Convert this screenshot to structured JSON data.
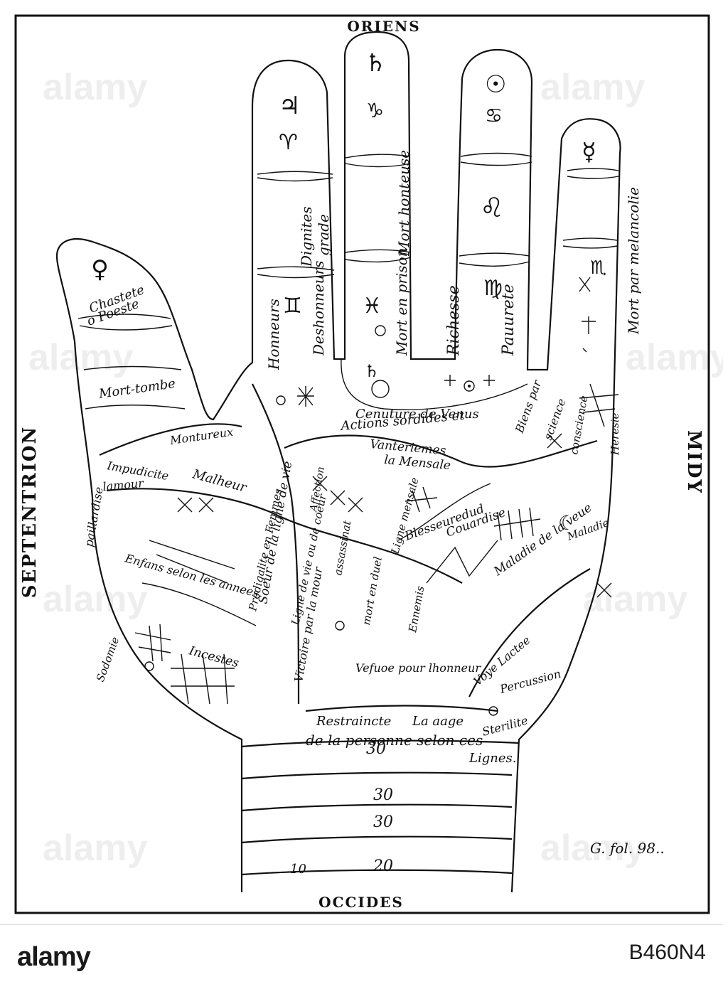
{
  "directions": {
    "top": "ORIENS",
    "bottom": "OCCIDES",
    "left": "SEPTENTRION",
    "right": "MIDY"
  },
  "folio": "G. fol. 98..",
  "fingers": {
    "jupiter_symbols": [
      "♃",
      "♈"
    ],
    "saturn_symbols": [
      "♄",
      "♑"
    ],
    "sun_symbols": [
      "☉",
      "♋"
    ],
    "mercury_symbols": [
      "☿"
    ]
  },
  "labels": {
    "chastete": "Chastete",
    "poeste": "o Poeste",
    "mort_tombe": "Mort-tombe",
    "honneurs": "Honneurs",
    "deshonneurs": "Deshonneurs",
    "dignites": "Dignites",
    "grade": "grade",
    "mort_en_prison": "Mort en prison",
    "mort_honteuse": "Mort honteuse",
    "richesse": "Richesse",
    "pauurete": "Pauurete",
    "mort_melancolie": "Mort par melancolie",
    "ceinture": "Cenuture de Venus",
    "actions": "Actions sordides et",
    "vanteries": "Vanteriemes",
    "mensale": "la Mensale",
    "biens": "Biens par",
    "science": "science",
    "heresie": "Heresie",
    "conscience": "conscience",
    "monturen": "Montureux",
    "malheur": "Malheur",
    "impudicite": "Impudicite",
    "lamour": "lamour",
    "blessure": "Blesseuredud",
    "couardise": "Couardise",
    "maladie_veue": "Maladie de la veue",
    "maladie": "Maladie",
    "paillardise": "paillardise",
    "soeur": "Soeur de la ligne de vie",
    "prodigalite": "Prodigalite en Femmes",
    "ligne_de_vie": "Ligne de vie ou de coeur",
    "affection": "Affection",
    "assassinat": "assassinat",
    "enfans": "Enfans selon les annees",
    "victoire_amour": "Victoire par la mour",
    "ligne_mesure": "Ligne mensale",
    "mort_en_duel": "mort en duel",
    "ennemis": "Ennemis",
    "veufue": "Vefuoe pour lhonneur",
    "voye_lactee": "Voye Lactee",
    "percussion": "Percussion",
    "incestes": "Incestes",
    "sodomie": "Sodomie",
    "restraincte": "Restraincte",
    "la_age": "La aage",
    "sterilite": "Sterilite",
    "de_la_personne": "de la personne selon ces",
    "lignes": "Lignes."
  },
  "wrist_numbers": [
    "30",
    "30",
    "30",
    "20",
    "10"
  ],
  "watermark": "alamy",
  "footer": {
    "logo": "alamy",
    "code": "B460N4"
  }
}
